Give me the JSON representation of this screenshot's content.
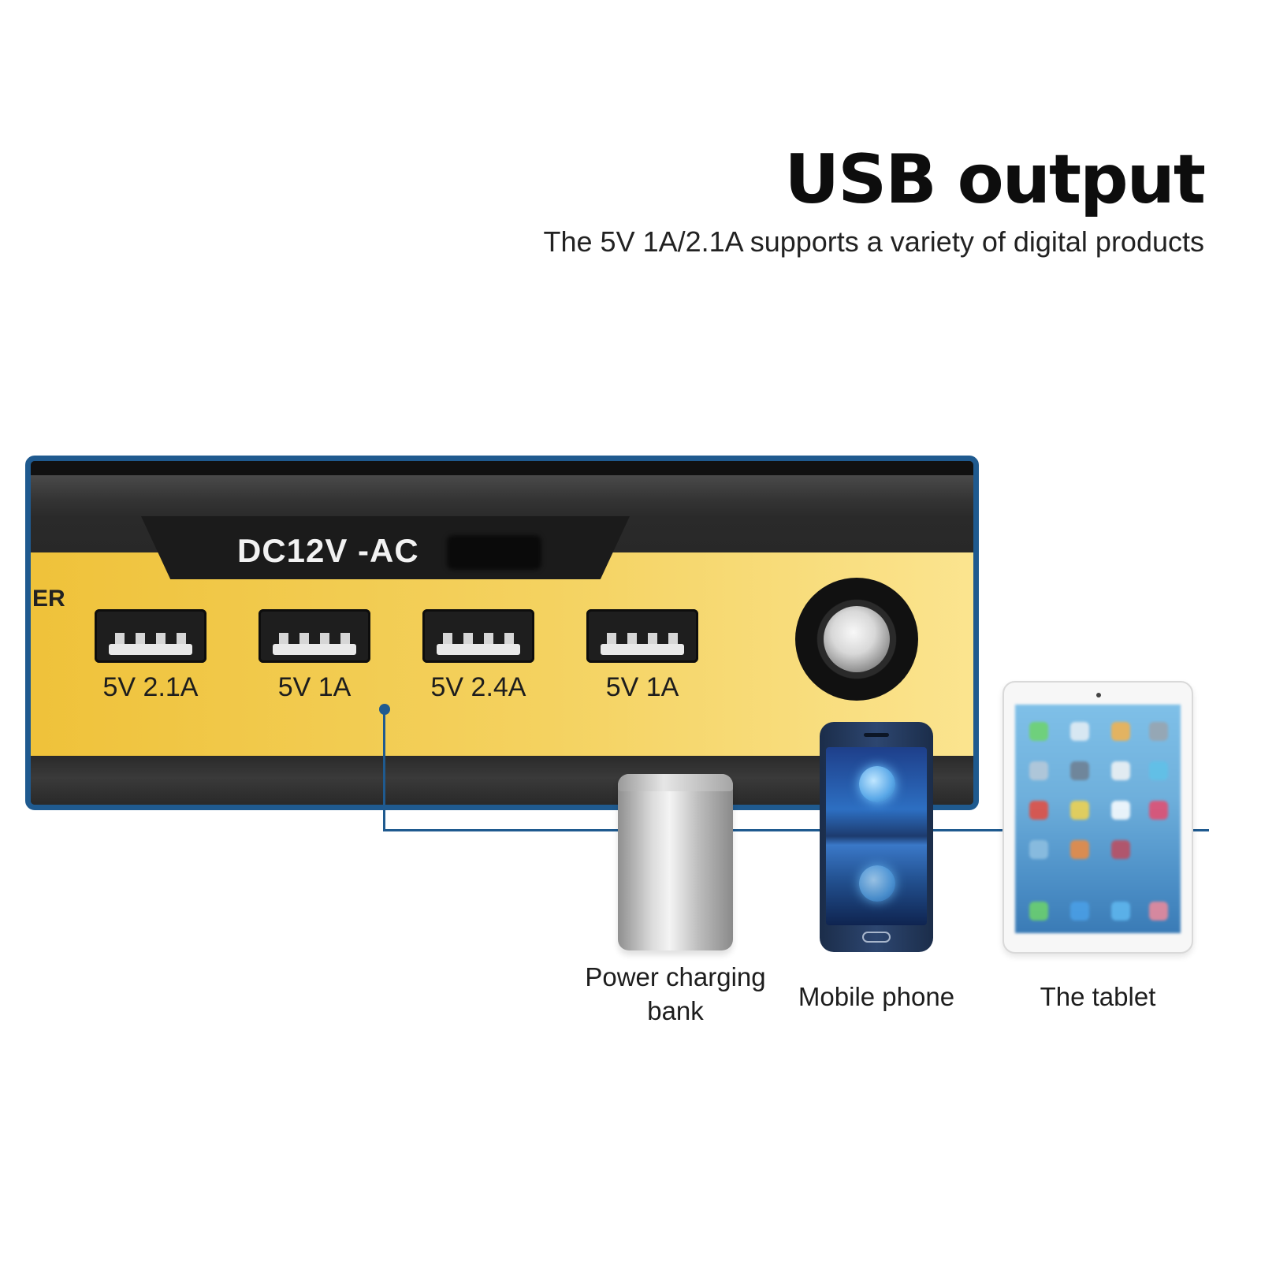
{
  "header": {
    "title": "USB output",
    "subtitle": "The 5V 1A/2.1A supports a variety of digital products"
  },
  "device": {
    "model_label": "DC12V -AC",
    "left_edge_label": "ER",
    "usb_ports": [
      {
        "label": "5V 2.1A"
      },
      {
        "label": "5V 1A"
      },
      {
        "label": "5V 2.4A"
      },
      {
        "label": "5V 1A"
      }
    ]
  },
  "products": {
    "power_bank": {
      "label_line1": "Power charging",
      "label_line2": "bank"
    },
    "mobile_phone": {
      "label": "Mobile phone"
    },
    "tablet": {
      "label": "The tablet"
    }
  },
  "colors": {
    "frame_blue": "#1f5a8f",
    "panel_yellow": "#f4d260",
    "panel_dark": "#2c2c2c"
  },
  "icons": [
    "usb-port-icon",
    "power-socket-icon"
  ]
}
